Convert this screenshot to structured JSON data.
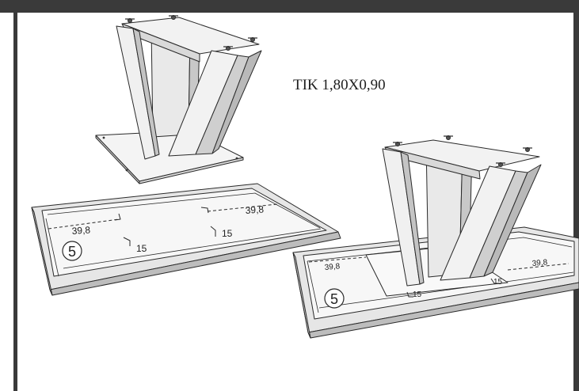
{
  "header": {
    "model_label": "TIK 1,80X0,90"
  },
  "step": {
    "number": "5"
  },
  "dimensions": {
    "length": "39,8",
    "offset": "15"
  },
  "colors": {
    "frame": "#3a3a3a",
    "panel_face": "#f3f3f3",
    "panel_side": "#d6d6d6",
    "panel_dark": "#bdbdbd",
    "outline": "#2a2a2a"
  }
}
